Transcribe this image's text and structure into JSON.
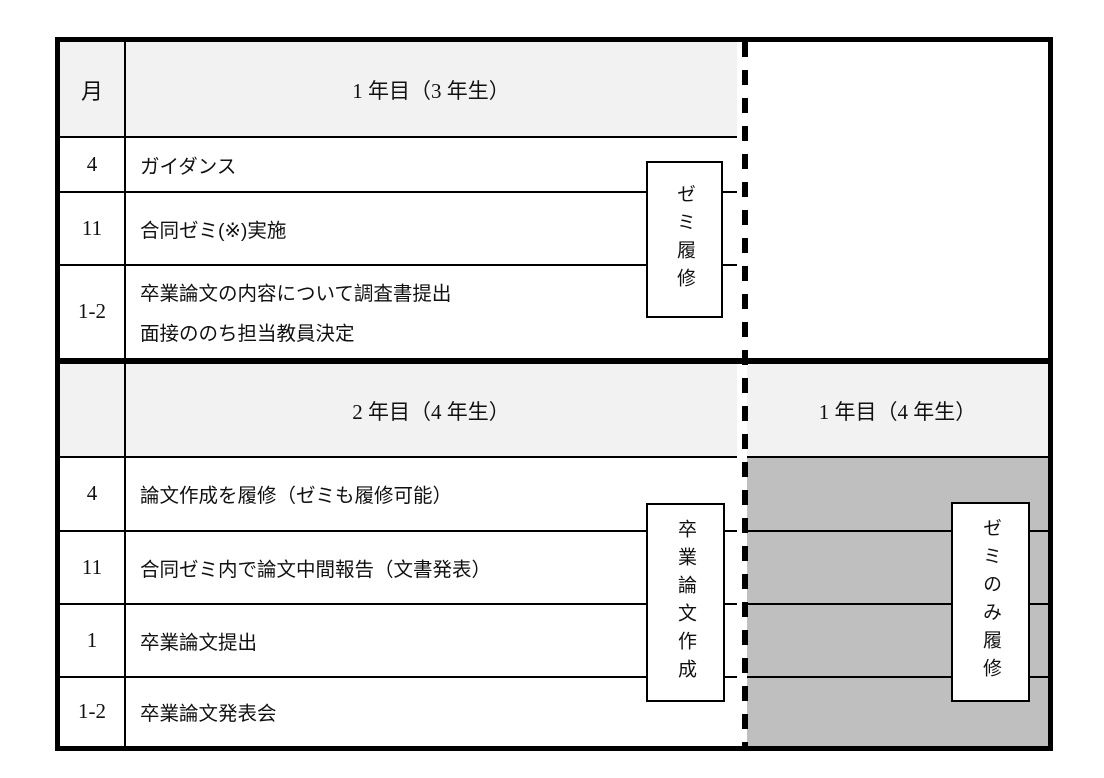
{
  "colors": {
    "header_bg": "#f2f2f2",
    "shaded_bg": "#bfbfbf",
    "line": "#000000",
    "box_bg": "#ffffff"
  },
  "table": {
    "section1": {
      "month_col_header": "月",
      "period_header": "1 年目（3 年生）",
      "rows": [
        {
          "month": "4",
          "text": "ガイダンス"
        },
        {
          "month": "11",
          "text": "合同ゼミ(※)実施"
        },
        {
          "month": "1-2",
          "lines": [
            "卒業論文の内容について調査書提出",
            "面接ののち担当教員決定"
          ]
        }
      ],
      "flow_label": "ゼミ履修"
    },
    "section2": {
      "period_header_left": "2 年目（4 年生）",
      "period_header_right": "1 年目（4 年生）",
      "rows": [
        {
          "month": "4",
          "text": "論文作成を履修（ゼミも履修可能）"
        },
        {
          "month": "11",
          "text": "合同ゼミ内で論文中間報告（文書発表）"
        },
        {
          "month": "1",
          "text": "卒業論文提出"
        },
        {
          "month": "1-2",
          "text": "卒業論文発表会"
        }
      ],
      "flow_label": "卒業論文作成",
      "right_flow_label": "ゼミのみ履修"
    }
  }
}
